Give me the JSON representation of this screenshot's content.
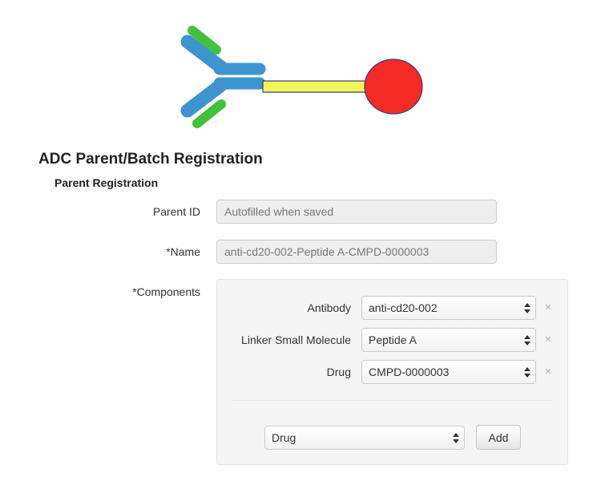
{
  "colors": {
    "antibody_blue": "#3c95cf",
    "antibody_green": "#42c13a",
    "linker_yellow": "#f5f556",
    "drug_red": "#f42a24"
  },
  "header": {
    "title": "ADC Parent/Batch Registration",
    "section_title": "Parent Registration"
  },
  "form": {
    "parent_id": {
      "label": "Parent ID",
      "placeholder": "Autofilled when saved",
      "value": ""
    },
    "name": {
      "label": "*Name",
      "value": "anti-cd20-002-Peptide A-CMPD-0000003"
    },
    "components": {
      "label": "*Components",
      "items": [
        {
          "label": "Antibody",
          "selected": "anti-cd20-002",
          "remove_icon": "×"
        },
        {
          "label": "Linker Small Molecule",
          "selected": "Peptide A",
          "remove_icon": "×"
        },
        {
          "label": "Drug",
          "selected": "CMPD-0000003",
          "remove_icon": "×"
        }
      ],
      "add_type_selected": "Drug",
      "add_button": "Add"
    }
  }
}
